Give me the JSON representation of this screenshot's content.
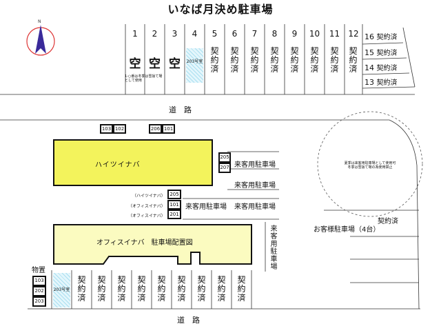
{
  "title": "いなば月決め駐車場",
  "compass_letter": "N",
  "road_label": "道　路",
  "top_row": {
    "numbers": [
      "1",
      "2",
      "3",
      "4",
      "5",
      "6",
      "7",
      "8",
      "9",
      "10",
      "11",
      "12"
    ],
    "status": [
      "空",
      "空",
      "空",
      "",
      "契約済",
      "契約済",
      "契約済",
      "契約済",
      "契約済",
      "契約済",
      "契約済",
      "契約済"
    ],
    "room_203": "203号室",
    "note": "1-○番は冬季は雪捨て場として使用"
  },
  "right_slots": [
    {
      "num": "16",
      "label": "契約済"
    },
    {
      "num": "15",
      "label": "契約済"
    },
    {
      "num": "14",
      "label": "契約済"
    },
    {
      "num": "13",
      "label": "契約済"
    }
  ],
  "heights": {
    "top_labels": [
      "103",
      "102",
      "206",
      "101"
    ]
  },
  "haitsu": {
    "name": "ハイツイナバ",
    "side_boxes": [
      "205",
      "207"
    ],
    "guest1": "来客用駐車場",
    "guest2": "来客用駐車場"
  },
  "middle": {
    "rows": [
      {
        "tag": "（ハイツイナバ）",
        "box": "205"
      },
      {
        "tag": "（オフィスイナバ）",
        "box": "101"
      },
      {
        "tag": "（オフィスイナバ）",
        "box": "201"
      }
    ],
    "guest_a": "来客用駐車場",
    "guest_b": "来客用駐車場"
  },
  "office": {
    "name": "オフィスイナバ　駐車場配置図",
    "vertical_guest": "来客用駐車場"
  },
  "circle_note": "夏季は来客用駐車場として使用可\n冬季は雪捨て場の為使用禁止",
  "customer_lot": {
    "status": "契約済",
    "label": "お客様駐車場（4台）"
  },
  "storage": {
    "label": "物置",
    "boxes": [
      "103",
      "202",
      "203"
    ]
  },
  "bottom_row": {
    "room": "203号室",
    "status": [
      "契約済",
      "契約済",
      "契約済",
      "契約済",
      "契約済",
      "契約済",
      "契約済",
      "契約済",
      "契約済"
    ]
  }
}
